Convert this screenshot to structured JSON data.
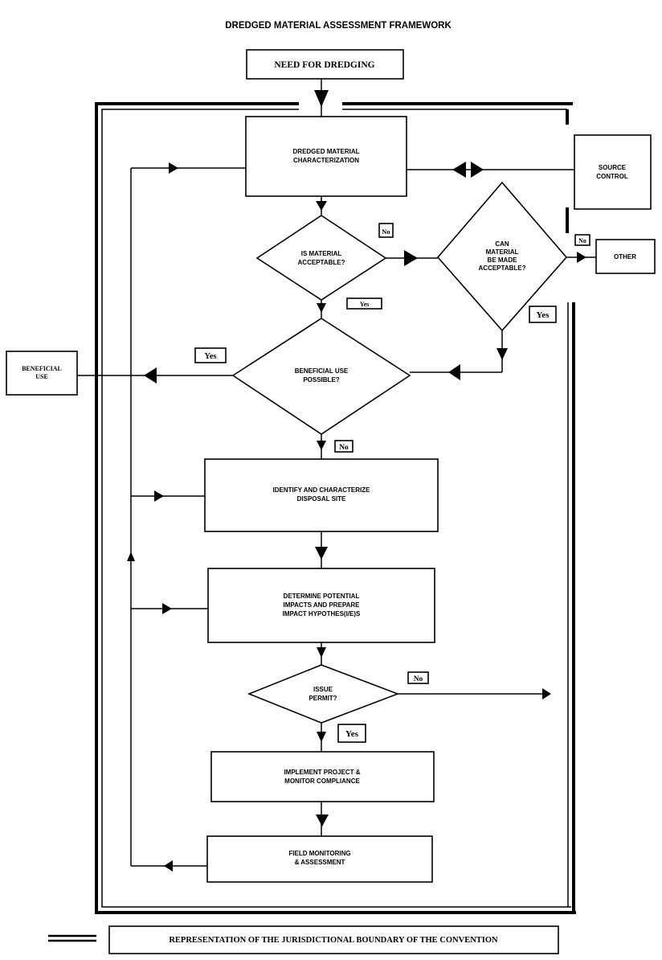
{
  "title": "DREDGED MATERIAL ASSESSMENT FRAMEWORK",
  "nodes": {
    "need": "NEED FOR DREDGING",
    "characterization": [
      "DREDGED  MATERIAL",
      "CHARACTERIZATION"
    ],
    "source_control": [
      "SOURCE",
      "CONTROL"
    ],
    "is_acceptable": [
      "IS  MATERIAL",
      "ACCEPTABLE?"
    ],
    "can_be_made": [
      "CAN",
      "MATERIAL",
      "BE MADE",
      "ACCEPTABLE?"
    ],
    "other": "OTHER",
    "beneficial_use": [
      "BENEFICIAL",
      "USE"
    ],
    "beneficial_possible": [
      "BENEFICIAL  USE",
      "POSSIBLE?"
    ],
    "identify_site": [
      "IDENTIFY  AND  CHARACTERIZE",
      "DISPOSAL  SITE"
    ],
    "determine_impacts": [
      "DETERMINE  POTENTIAL",
      "IMPACTS  AND  PREPARE",
      "IMPACT  HYPOTHES(I/E)S"
    ],
    "issue_permit": [
      "ISSUE",
      "PERMIT?"
    ],
    "implement": [
      "IMPLEMENT  PROJECT  &",
      "MONITOR  COMPLIANCE"
    ],
    "field_monitoring": [
      "FIELD  MONITORING",
      "& ASSESSMENT"
    ]
  },
  "labels": {
    "no_acceptable": "No",
    "yes_acceptable": "Yes",
    "no_can_be_made": "No",
    "yes_can_be_made": "Yes",
    "yes_beneficial": "Yes",
    "no_beneficial": "No",
    "no_permit": "No",
    "yes_permit": "Yes"
  },
  "legend": {
    "text": "REPRESENTATION OF THE JURISDICTIONAL BOUNDARY OF THE CONVENTION"
  }
}
